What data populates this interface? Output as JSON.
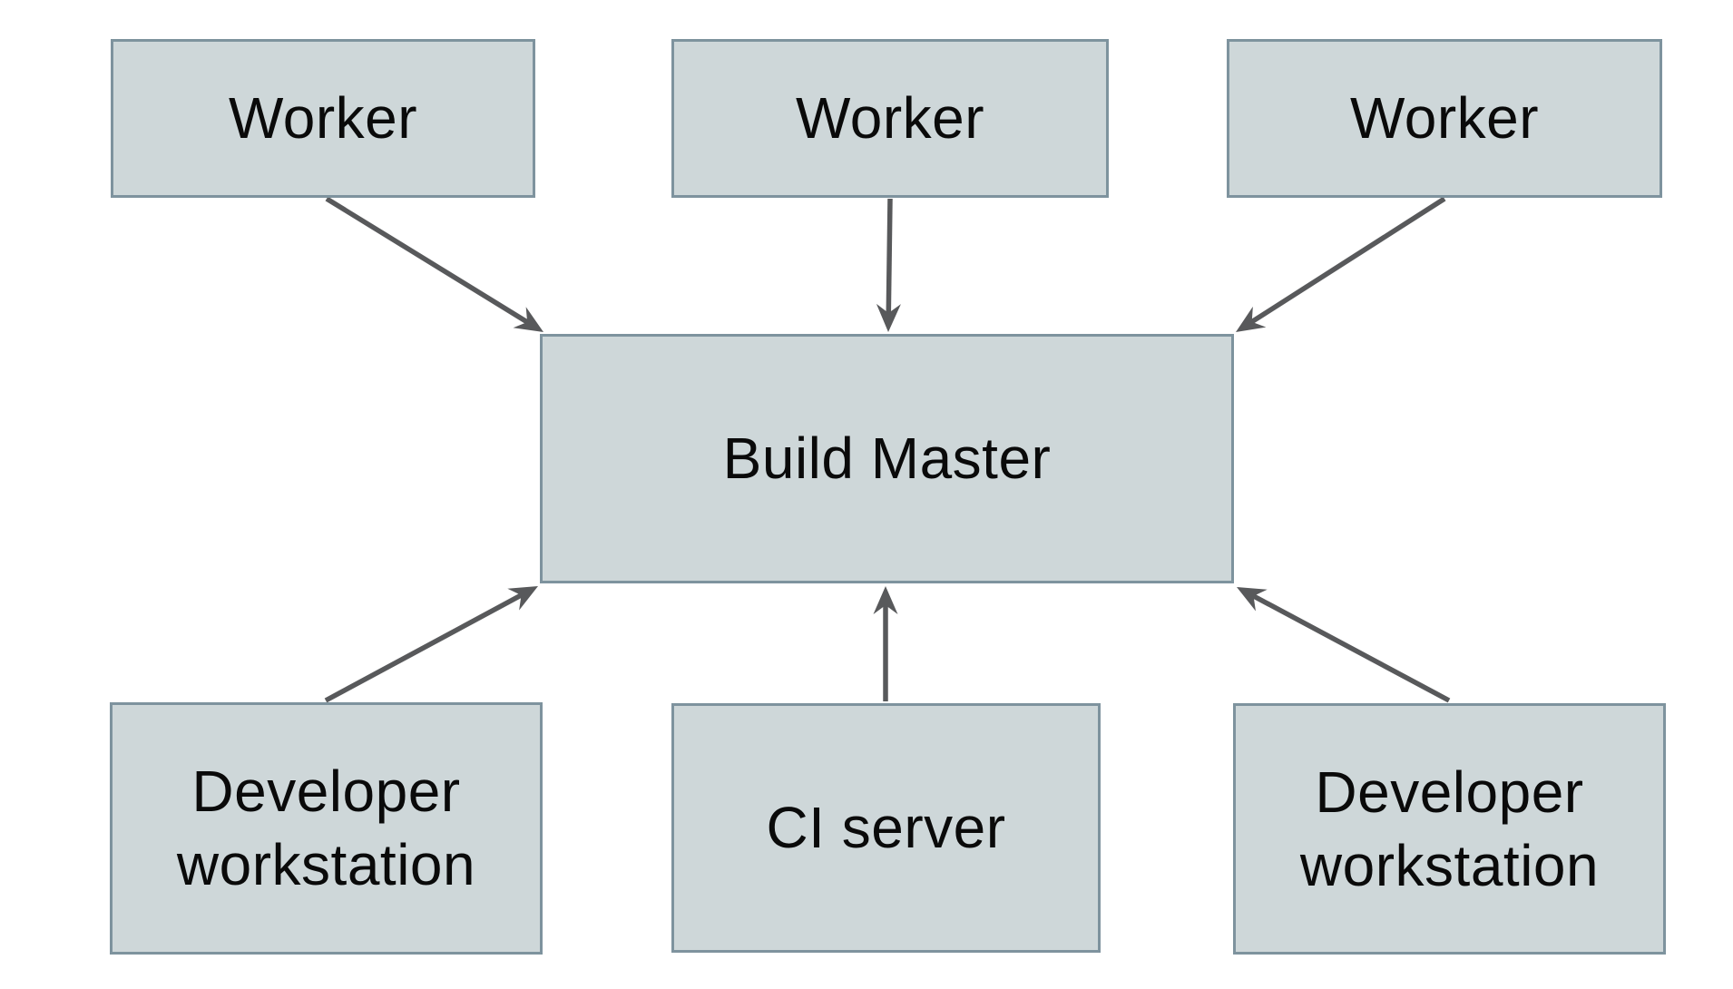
{
  "diagram": {
    "nodes": [
      {
        "id": "worker-1",
        "label": "Worker"
      },
      {
        "id": "worker-2",
        "label": "Worker"
      },
      {
        "id": "worker-3",
        "label": "Worker"
      },
      {
        "id": "build-master",
        "label": "Build Master"
      },
      {
        "id": "dev-workstation-left",
        "label": "Developer workstation"
      },
      {
        "id": "ci-server",
        "label": "CI server"
      },
      {
        "id": "dev-workstation-right",
        "label": "Developer workstation"
      }
    ],
    "edges": [
      {
        "from": "worker-1",
        "to": "build-master"
      },
      {
        "from": "worker-2",
        "to": "build-master"
      },
      {
        "from": "worker-3",
        "to": "build-master"
      },
      {
        "from": "dev-workstation-left",
        "to": "build-master"
      },
      {
        "from": "ci-server",
        "to": "build-master"
      },
      {
        "from": "dev-workstation-right",
        "to": "build-master"
      }
    ],
    "colors": {
      "background": "#ffffff",
      "node_fill": "#ced7d9",
      "node_border": "#7e939e",
      "arrow": "#58595b",
      "text": "#0a0a0a"
    }
  }
}
